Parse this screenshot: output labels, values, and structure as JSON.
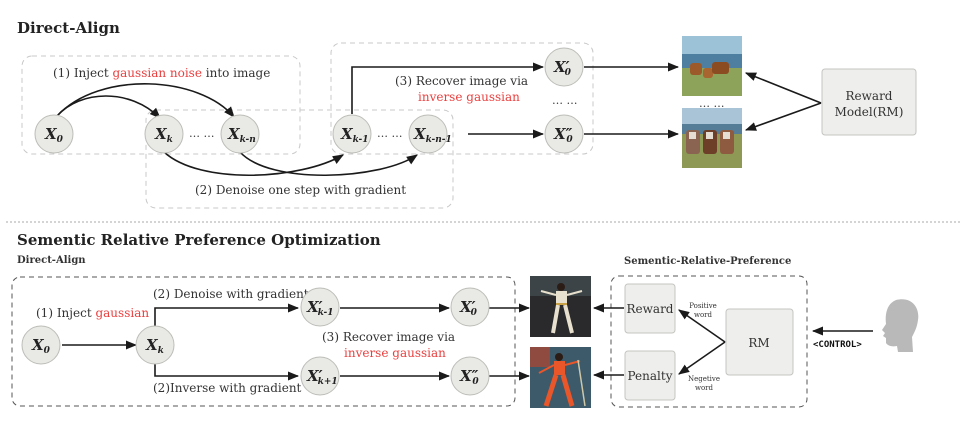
{
  "top": {
    "title": "Direct-Align",
    "step1": {
      "prefix": "(1)  Inject ",
      "highlight": "gaussian noise",
      "suffix": " into image"
    },
    "step2": "(2) Denoise one step with gradient",
    "step3": {
      "line1": "(3) Recover image via",
      "line2": "inverse gaussian"
    },
    "nodes": {
      "x0": {
        "base": "X",
        "sub": "0"
      },
      "xk": {
        "base": "X",
        "sub": "k"
      },
      "xkn": {
        "base": "X",
        "sub": "k-n"
      },
      "xk1": {
        "base": "X",
        "sub": "k-1"
      },
      "xkn1": {
        "base": "X",
        "sub": "k-n-1"
      },
      "x0p": {
        "base": "X′",
        "sub": "0"
      },
      "x0pp": {
        "base": "X″",
        "sub": "0"
      }
    },
    "ellipsis": "… …",
    "reward_model": {
      "line1": "Reward",
      "line2": "Model(RM)"
    },
    "images": [
      "cows-grazing-image",
      "cows-standing-image"
    ]
  },
  "bottom": {
    "title": "Sementic Relative Preference Optimization",
    "left_subtitle": "Direct-Align",
    "right_subtitle": "Sementic-Relative-Preference",
    "step1": {
      "prefix": "(1)  Inject ",
      "highlight": "gaussian"
    },
    "step2_denoise": "(2) Denoise with gradient",
    "step2_inverse": "(2)Inverse with gradient",
    "step3": {
      "line1": "(3) Recover image via",
      "line2": "inverse gaussian"
    },
    "nodes": {
      "x0": {
        "base": "X",
        "sub": "0"
      },
      "xk": {
        "base": "X",
        "sub": "k"
      },
      "xk1p": {
        "base": "X′",
        "sub": "k-1"
      },
      "xkp1p": {
        "base": "X′",
        "sub": "k+1"
      },
      "x0p": {
        "base": "X′",
        "sub": "0"
      },
      "x0pp": {
        "base": "X″",
        "sub": "0"
      }
    },
    "reward": "Reward",
    "penalty": "Penalty",
    "rm": "RM",
    "positive": {
      "line1": "Positive",
      "line2": "word"
    },
    "negative": {
      "line1": "Negetive",
      "line2": "word"
    },
    "control": "<CONTROL>",
    "images": [
      "elvis-white-suit-image",
      "elvis-red-suit-image"
    ]
  },
  "colors": {
    "highlight": "#e8403f",
    "node_fill": "#e9e9e6",
    "box_fill": "#eeeeec"
  }
}
